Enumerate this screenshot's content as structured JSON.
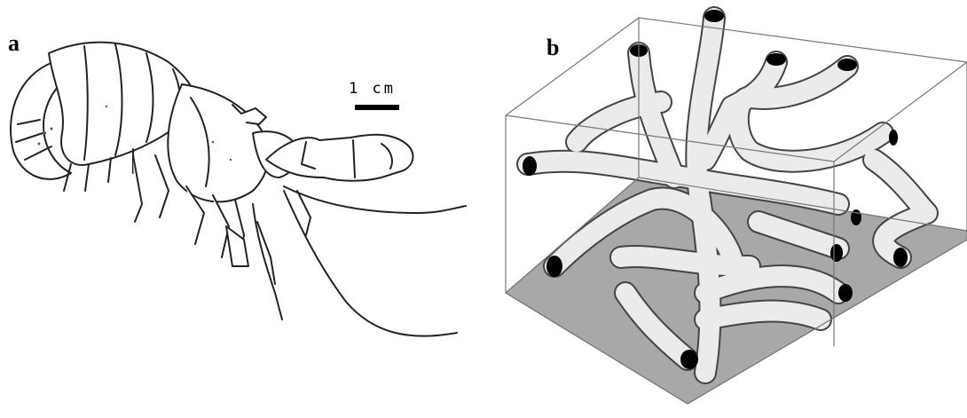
{
  "panels": {
    "a": {
      "label": "a",
      "scale_label": "1 cm"
    },
    "b": {
      "label": "b"
    }
  },
  "colors": {
    "line": "#000000",
    "floor": "#a8a8a8",
    "tube": "#ebebeb",
    "background": "#ffffff"
  },
  "icons": {
    "a": "shrimp-drawing",
    "b": "burrow-network-box"
  }
}
